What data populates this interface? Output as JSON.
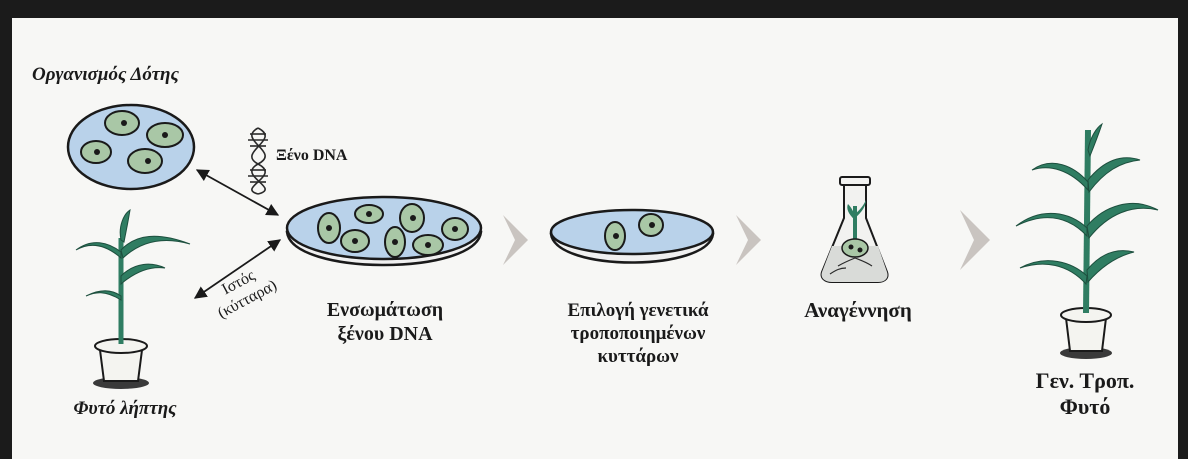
{
  "labels": {
    "donor": "Οργανισμός Δότης",
    "foreign_dna": "Ξένο DNA",
    "tissue_line1": "Ιστός",
    "tissue_line2": "(κύτταρα)",
    "recipient": "Φυτό λήπτης",
    "incorporation_line1": "Ενσωμάτωση",
    "incorporation_line2": "ξένου DNA",
    "selection_line1": "Επιλογή γενετικά",
    "selection_line2": "τροποποιημένων",
    "selection_line3": "κυττάρων",
    "regeneration": "Αναγέννηση",
    "gm_line1": "Γεν. Τροπ.",
    "gm_line2": "Φυτό"
  },
  "colors": {
    "cell_fill": "#a9c7a6",
    "dish_fill": "#b9d2ea",
    "plant_green": "#2f7d62",
    "chevron": "#c9c4c0"
  }
}
